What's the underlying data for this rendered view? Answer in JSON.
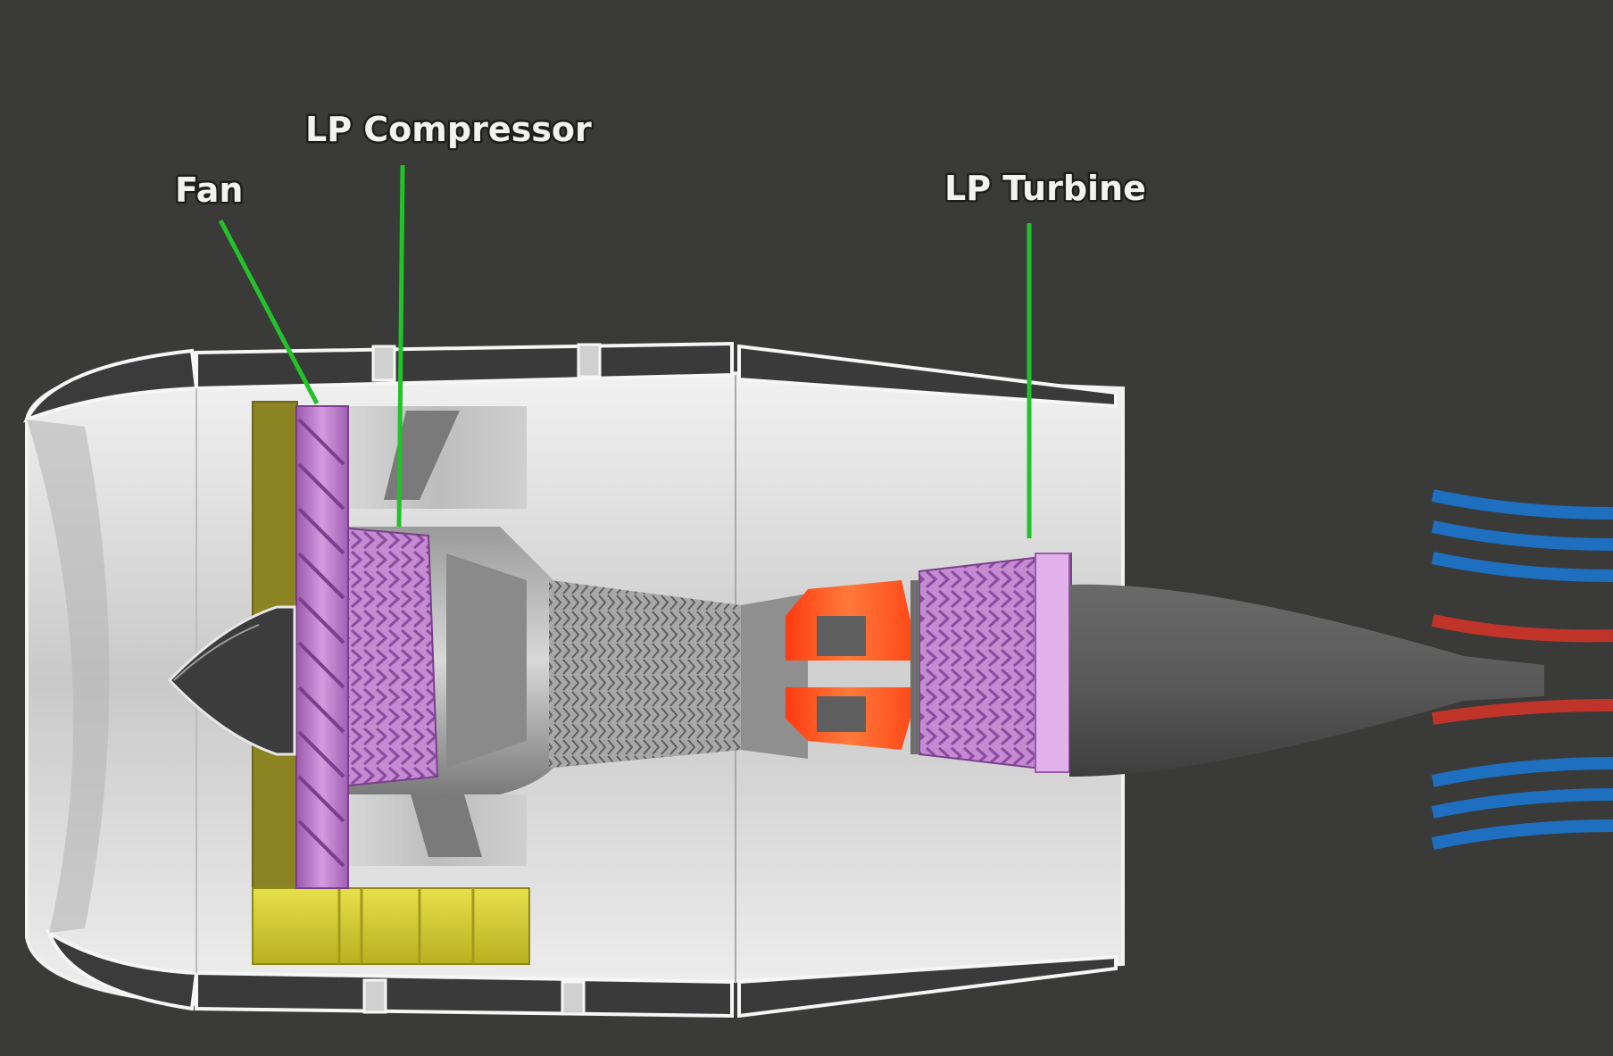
{
  "labels": {
    "fan": "Fan",
    "lp_compressor": "LP Compressor",
    "lp_turbine": "LP Turbine"
  },
  "colors": {
    "background": "#3a3a38",
    "leader_line": "#22c22a",
    "lp_spool": "#b87ac8",
    "combustor": "#ff5a1e",
    "hot_exhaust": "#c0342a",
    "cold_bypass": "#1f6fc0",
    "fan_frame": "#c9c22e",
    "casing": "#d9d9d9"
  }
}
